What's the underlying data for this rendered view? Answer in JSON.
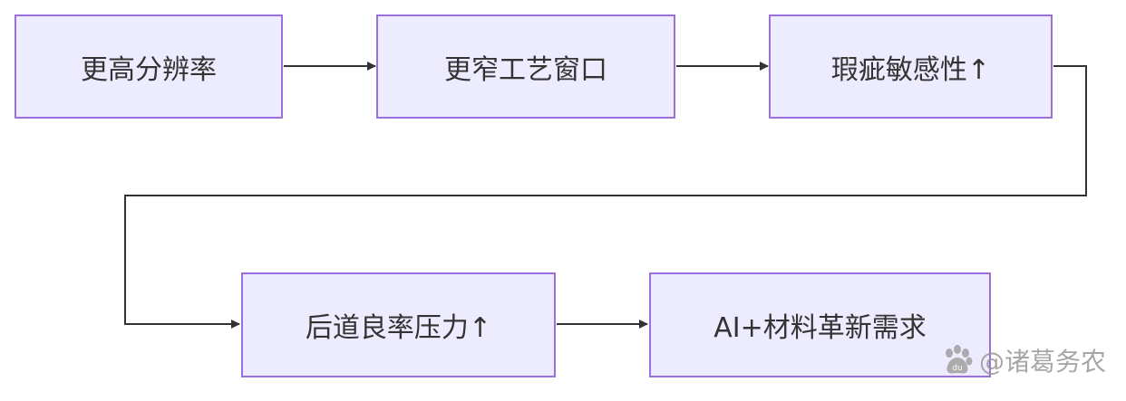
{
  "diagram": {
    "nodes": [
      {
        "id": "n1",
        "label": "更高分辨率"
      },
      {
        "id": "n2",
        "label": "更窄工艺窗口"
      },
      {
        "id": "n3",
        "label": "瑕疵敏感性↑"
      },
      {
        "id": "n4",
        "label": "后道良率压力↑"
      },
      {
        "id": "n5",
        "label": "AI+材料革新需求"
      }
    ],
    "edges": [
      {
        "from": "n1",
        "to": "n2"
      },
      {
        "from": "n2",
        "to": "n3"
      },
      {
        "from": "n3",
        "to": "n4"
      },
      {
        "from": "n4",
        "to": "n5"
      }
    ]
  },
  "watermark": {
    "text": "@诸葛务农",
    "icon": "baidu-paw-icon"
  },
  "colors": {
    "node_fill": "#ececfe",
    "node_border": "#9a70dc",
    "edge": "#333333",
    "text": "#333333"
  }
}
